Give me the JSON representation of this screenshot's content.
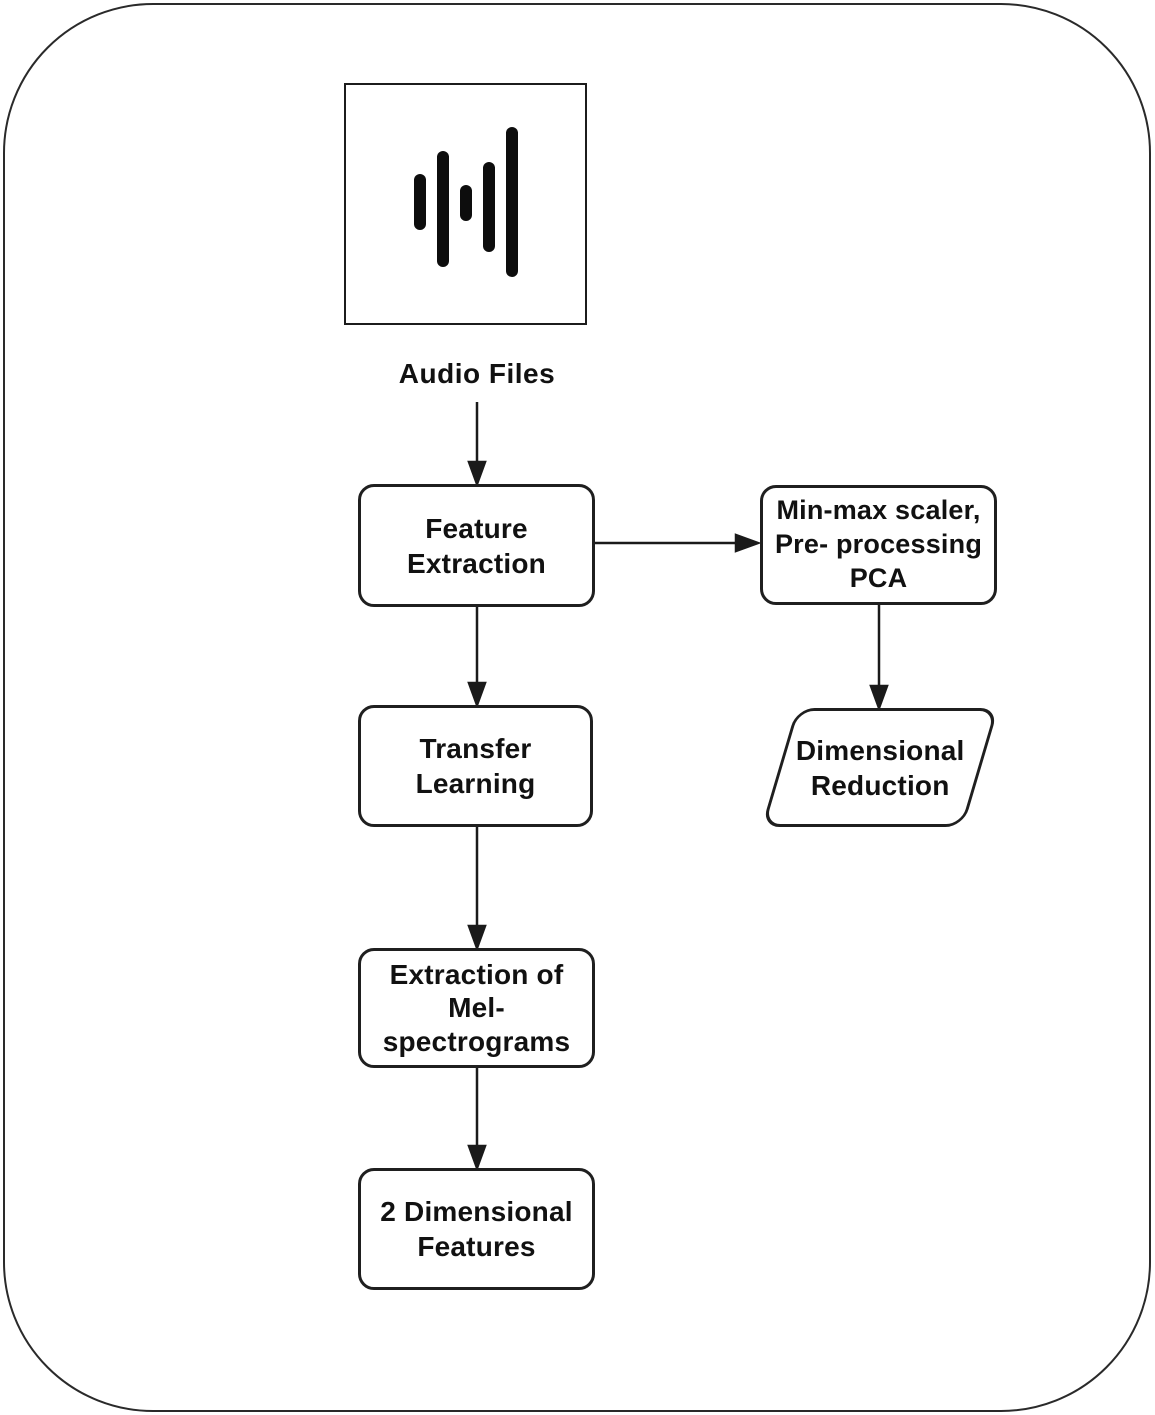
{
  "diagram": {
    "type": "flowchart",
    "description": "Audio feature extraction pipeline",
    "colors": {
      "background": "#ffffff",
      "stroke": "#1f1f1f",
      "node_fill": "#ffffff",
      "text": "#111111"
    },
    "nodes": [
      {
        "id": "audio_files",
        "shape": "icon-square",
        "icon": "audio-waveform-icon",
        "label": "Audio Files"
      },
      {
        "id": "feature_extraction",
        "shape": "rounded-rect",
        "label": "Feature\nExtraction"
      },
      {
        "id": "preprocessing",
        "shape": "rounded-rect",
        "label": "Min-max scaler,\nPre- processing\nPCA"
      },
      {
        "id": "transfer_learning",
        "shape": "rounded-rect",
        "label": "Transfer\nLearning"
      },
      {
        "id": "dimensional_reduction",
        "shape": "parallelogram",
        "label": "Dimensional\nReduction"
      },
      {
        "id": "mel_spectrograms",
        "shape": "rounded-rect",
        "label": "Extraction of\nMel-\nspectrograms"
      },
      {
        "id": "two_dimensional_features",
        "shape": "rounded-rect",
        "label": "2 Dimensional\nFeatures"
      }
    ],
    "edges": [
      {
        "from": "audio_files",
        "to": "feature_extraction",
        "direction": "down"
      },
      {
        "from": "feature_extraction",
        "to": "preprocessing",
        "direction": "right"
      },
      {
        "from": "feature_extraction",
        "to": "transfer_learning",
        "direction": "down"
      },
      {
        "from": "preprocessing",
        "to": "dimensional_reduction",
        "direction": "down"
      },
      {
        "from": "transfer_learning",
        "to": "mel_spectrograms",
        "direction": "down"
      },
      {
        "from": "mel_spectrograms",
        "to": "two_dimensional_features",
        "direction": "down"
      }
    ]
  }
}
